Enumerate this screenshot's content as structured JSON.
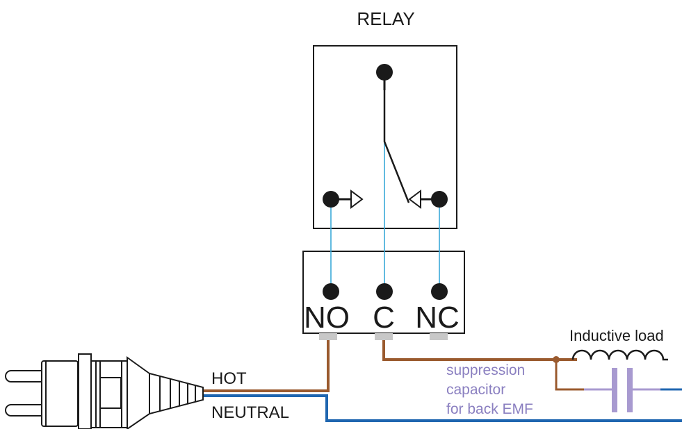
{
  "relay": {
    "title": "RELAY",
    "terminals": {
      "no": "NO",
      "c": "C",
      "nc": "NC"
    }
  },
  "wires": {
    "hot": "HOT",
    "neutral": "NEUTRAL",
    "hot_color": "#9a5a2e",
    "neutral_color": "#1f66b0",
    "internal_color": "#3aa8d8"
  },
  "load": {
    "label": "Inductive load"
  },
  "capacitor": {
    "lines": [
      "suppression",
      "capacitor",
      "for back EMF"
    ],
    "color": "#a89ad0"
  }
}
